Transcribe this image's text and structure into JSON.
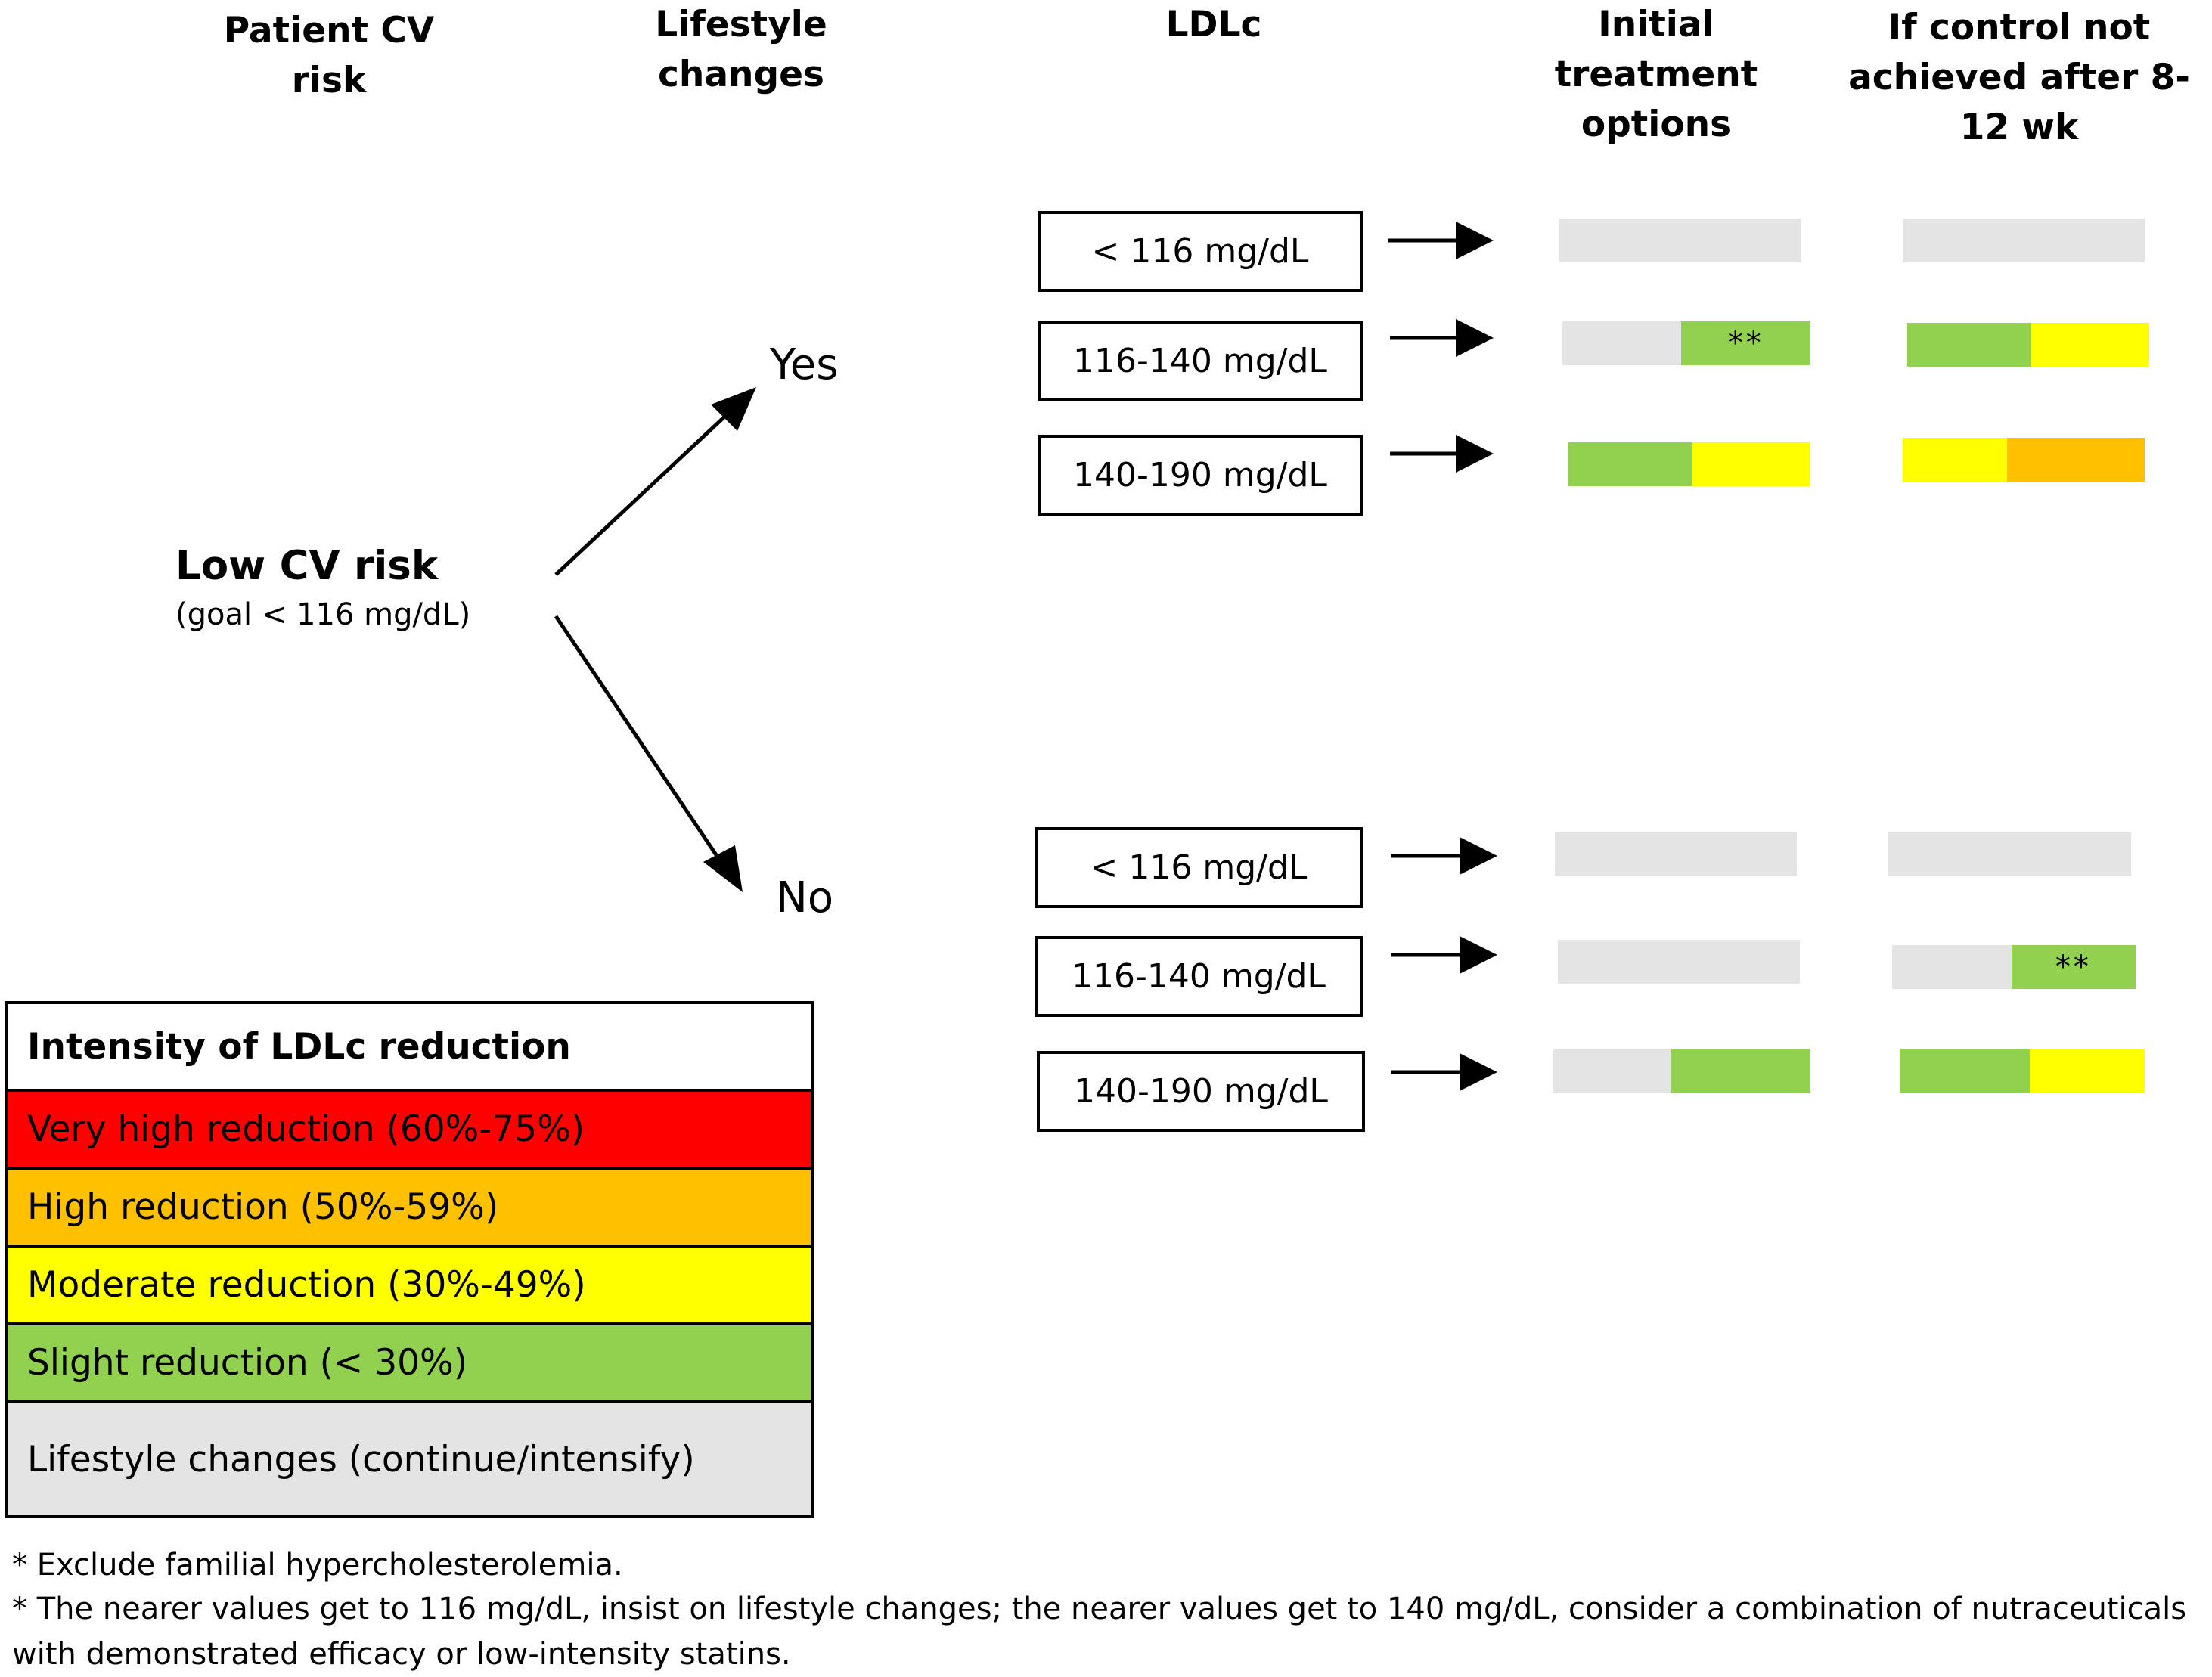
{
  "headers": {
    "patient_cv_risk": "Patient CV risk",
    "lifestyle_changes": "Lifestyle changes",
    "ldlc": "LDLc",
    "initial_treatment": "Initial treatment options",
    "if_control_not_achieved": "If control not achieved after 8-12 wk"
  },
  "risk": {
    "title": "Low CV risk",
    "goal": "(goal < 116 mg/dL)"
  },
  "branches": {
    "yes": "Yes",
    "no": "No"
  },
  "yes_rows": [
    {
      "ldl": "< 116 mg/dL",
      "initial_marker": "",
      "followup_marker": ""
    },
    {
      "ldl": "116-140 mg/dL",
      "initial_marker": "**",
      "followup_marker": ""
    },
    {
      "ldl": "140-190 mg/dL",
      "initial_marker": "",
      "followup_marker": ""
    }
  ],
  "no_rows": [
    {
      "ldl": "< 116 mg/dL",
      "initial_marker": "",
      "followup_marker": ""
    },
    {
      "ldl": "116-140 mg/dL",
      "initial_marker": "",
      "followup_marker": "**"
    },
    {
      "ldl": "140-190 mg/dL",
      "initial_marker": "",
      "followup_marker": ""
    }
  ],
  "colors": {
    "very_high": "#ff0000",
    "high": "#ffc000",
    "moderate": "#ffff00",
    "slight": "#92d050",
    "lifestyle": "#e4e4e4"
  },
  "legend": {
    "title": "Intensity of LDLc reduction",
    "items": [
      "Very high reduction (60%-75%)",
      "High reduction (50%-59%)",
      "Moderate reduction (30%-49%)",
      "Slight reduction (< 30%)",
      "Lifestyle changes (continue/intensify)"
    ]
  },
  "notes": {
    "note1": "* Exclude familial hypercholesterolemia.",
    "note2": "* The nearer values get to 116 mg/dL, insist on lifestyle changes; the nearer values get to 140 mg/dL, consider a combination of nutraceuticals with demonstrated efficacy or low-intensity statins."
  }
}
